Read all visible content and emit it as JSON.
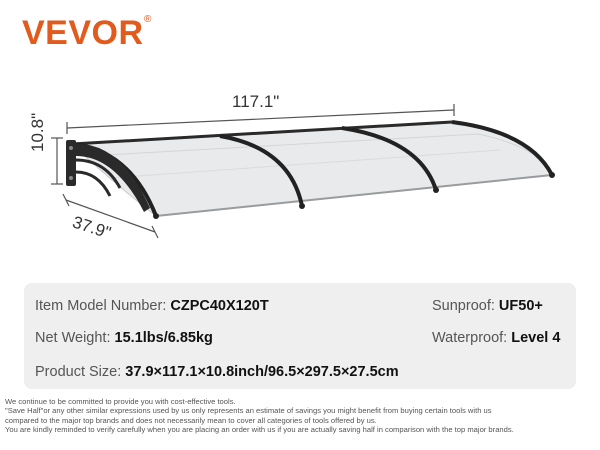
{
  "brand": {
    "logo_text": "VEVOR",
    "registered_mark": "®"
  },
  "dimensions": {
    "width": "117.1\"",
    "height": "10.8\"",
    "depth": "37.9\""
  },
  "specs": {
    "model": {
      "label": "Item Model Number:",
      "value": "CZPC40X120T"
    },
    "sunproof": {
      "label": "Sunproof:",
      "value": "UF50+"
    },
    "weight": {
      "label": "Net Weight:",
      "value": "15.1lbs/6.85kg"
    },
    "waterproof": {
      "label": "Waterproof:",
      "value": "Level 4"
    },
    "size": {
      "label": "Product Size:",
      "value": "37.9×117.1×10.8inch/96.5×297.5×27.5cm"
    }
  },
  "disclaimer": [
    "We continue to be committed to provide you with cost-effective tools.",
    "\"Save Half\"or any other similar expressions used by us only represents an estimate of savings you might benefit from buying certain tools with us",
    "compared to the major top brands and does not necessarily mean to cover all categories of tools offered by us.",
    "You are kindly reminded to verify carefully when you are placing an order with us if you are actually saving half in comparison with the top major brands."
  ],
  "colors": {
    "brand": "#e25a1c",
    "panel": "#efefef",
    "frame": "#2a2a2a",
    "canopy": "#e9eaec"
  }
}
